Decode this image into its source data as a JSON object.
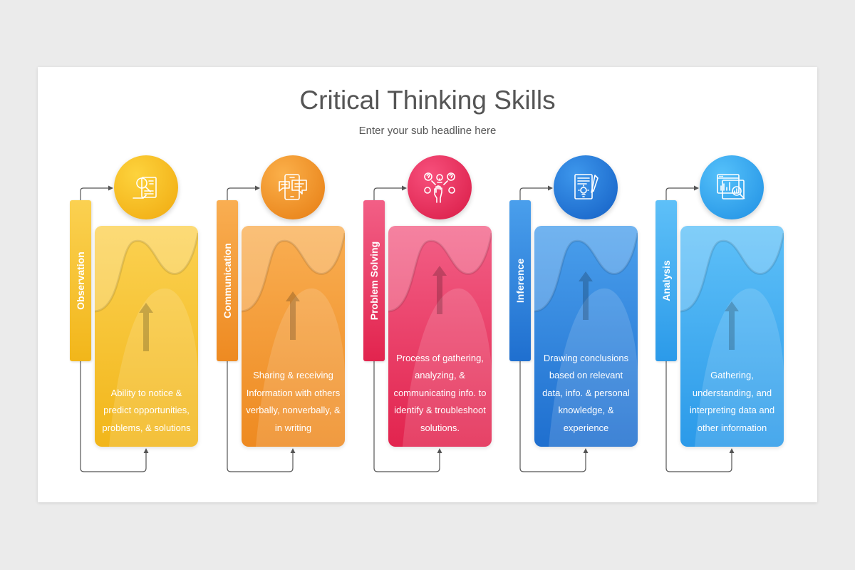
{
  "title": "Critical Thinking Skills",
  "subtitle": "Enter your sub headline here",
  "skills": [
    {
      "label": "Observation",
      "description": "Ability to notice & predict opportunities, problems, & solutions",
      "icon": "magnifier-document-icon",
      "color_light": "#fbd151",
      "color_dark": "#f2b61a",
      "circle_light": "#fdd33d",
      "circle_dark": "#f0a90f"
    },
    {
      "label": "Communication",
      "description": "Sharing & receiving Information with others verbally, nonverbally, & in writing",
      "icon": "phone-chat-icon",
      "color_light": "#f9ae52",
      "color_dark": "#ee8a21",
      "circle_light": "#fbb04a",
      "circle_dark": "#e67c12"
    },
    {
      "label": "Problem Solving",
      "description": "Process of gathering, analyzing, & communicating info. to identify & troubleshoot solutions.",
      "icon": "hand-ideas-icon",
      "color_light": "#f25f86",
      "color_dark": "#e2244e",
      "circle_light": "#f7507c",
      "circle_dark": "#d81a45"
    },
    {
      "label": "Inference",
      "description": "Drawing conclusions based on relevant data, info. & personal knowledge, & experience",
      "icon": "document-pen-icon",
      "color_light": "#4a9fec",
      "color_dark": "#1f6fcf",
      "circle_light": "#3d97ec",
      "circle_dark": "#145fc4"
    },
    {
      "label": "Analysis",
      "description": "Gathering, understanding, and interpreting data and other information",
      "icon": "chart-search-icon",
      "color_light": "#5ec0f8",
      "color_dark": "#2b9ae9",
      "circle_light": "#55c1fa",
      "circle_dark": "#1f8fe3"
    }
  ]
}
